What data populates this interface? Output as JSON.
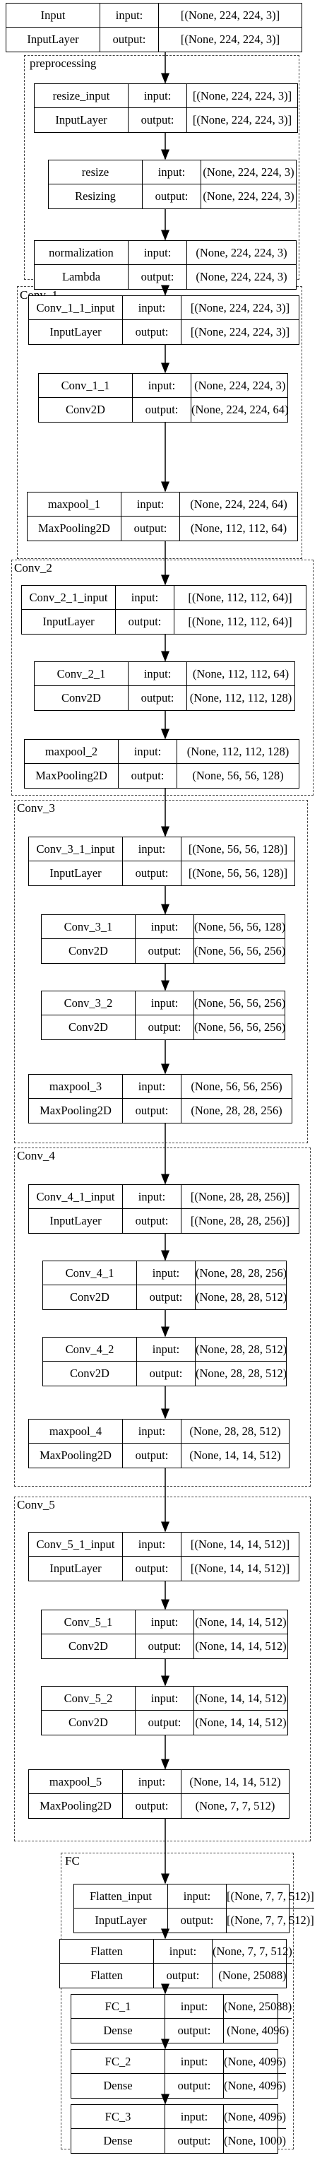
{
  "labels": {
    "input": "input:",
    "output": "output:"
  },
  "clusters": [
    {
      "label": "preprocessing"
    },
    {
      "label": "Conv_1"
    },
    {
      "label": "Conv_2"
    },
    {
      "label": "Conv_3"
    },
    {
      "label": "Conv_4"
    },
    {
      "label": "Conv_5"
    },
    {
      "label": "FC"
    }
  ],
  "nodes": [
    {
      "name": "Input",
      "type": "InputLayer",
      "input": "[(None, 224, 224, 3)]",
      "output": "[(None, 224, 224, 3)]"
    },
    {
      "name": "resize_input",
      "type": "InputLayer",
      "input": "[(None, 224, 224, 3)]",
      "output": "[(None, 224, 224, 3)]"
    },
    {
      "name": "resize",
      "type": "Resizing",
      "input": "(None, 224, 224, 3)",
      "output": "(None, 224, 224, 3)"
    },
    {
      "name": "normalization",
      "type": "Lambda",
      "input": "(None, 224, 224, 3)",
      "output": "(None, 224, 224, 3)"
    },
    {
      "name": "Conv_1_1_input",
      "type": "InputLayer",
      "input": "[(None, 224, 224, 3)]",
      "output": "[(None, 224, 224, 3)]"
    },
    {
      "name": "Conv_1_1",
      "type": "Conv2D",
      "input": "(None, 224, 224, 3)",
      "output": "(None, 224, 224, 64)"
    },
    {
      "name": "maxpool_1",
      "type": "MaxPooling2D",
      "input": "(None, 224, 224, 64)",
      "output": "(None, 112, 112, 64)"
    },
    {
      "name": "Conv_2_1_input",
      "type": "InputLayer",
      "input": "[(None, 112, 112, 64)]",
      "output": "[(None, 112, 112, 64)]"
    },
    {
      "name": "Conv_2_1",
      "type": "Conv2D",
      "input": "(None, 112, 112, 64)",
      "output": "(None, 112, 112, 128)"
    },
    {
      "name": "maxpool_2",
      "type": "MaxPooling2D",
      "input": "(None, 112, 112, 128)",
      "output": "(None, 56, 56, 128)"
    },
    {
      "name": "Conv_3_1_input",
      "type": "InputLayer",
      "input": "[(None, 56, 56, 128)]",
      "output": "[(None, 56, 56, 128)]"
    },
    {
      "name": "Conv_3_1",
      "type": "Conv2D",
      "input": "(None, 56, 56, 128)",
      "output": "(None, 56, 56, 256)"
    },
    {
      "name": "Conv_3_2",
      "type": "Conv2D",
      "input": "(None, 56, 56, 256)",
      "output": "(None, 56, 56, 256)"
    },
    {
      "name": "maxpool_3",
      "type": "MaxPooling2D",
      "input": "(None, 56, 56, 256)",
      "output": "(None, 28, 28, 256)"
    },
    {
      "name": "Conv_4_1_input",
      "type": "InputLayer",
      "input": "[(None, 28, 28, 256)]",
      "output": "[(None, 28, 28, 256)]"
    },
    {
      "name": "Conv_4_1",
      "type": "Conv2D",
      "input": "(None, 28, 28, 256)",
      "output": "(None, 28, 28, 512)"
    },
    {
      "name": "Conv_4_2",
      "type": "Conv2D",
      "input": "(None, 28, 28, 512)",
      "output": "(None, 28, 28, 512)"
    },
    {
      "name": "maxpool_4",
      "type": "MaxPooling2D",
      "input": "(None, 28, 28, 512)",
      "output": "(None, 14, 14, 512)"
    },
    {
      "name": "Conv_5_1_input",
      "type": "InputLayer",
      "input": "[(None, 14, 14, 512)]",
      "output": "[(None, 14, 14, 512)]"
    },
    {
      "name": "Conv_5_1",
      "type": "Conv2D",
      "input": "(None, 14, 14, 512)",
      "output": "(None, 14, 14, 512)"
    },
    {
      "name": "Conv_5_2",
      "type": "Conv2D",
      "input": "(None, 14, 14, 512)",
      "output": "(None, 14, 14, 512)"
    },
    {
      "name": "maxpool_5",
      "type": "MaxPooling2D",
      "input": "(None, 14, 14, 512)",
      "output": "(None, 7, 7, 512)"
    },
    {
      "name": "Flatten_input",
      "type": "InputLayer",
      "input": "[(None, 7, 7, 512)]",
      "output": "[(None, 7, 7, 512)]"
    },
    {
      "name": "Flatten",
      "type": "Flatten",
      "input": "(None, 7, 7, 512)",
      "output": "(None, 25088)"
    },
    {
      "name": "FC_1",
      "type": "Dense",
      "input": "(None, 25088)",
      "output": "(None, 4096)"
    },
    {
      "name": "FC_2",
      "type": "Dense",
      "input": "(None, 4096)",
      "output": "(None, 4096)"
    },
    {
      "name": "FC_3",
      "type": "Dense",
      "input": "(None, 4096)",
      "output": "(None, 1000)"
    }
  ]
}
